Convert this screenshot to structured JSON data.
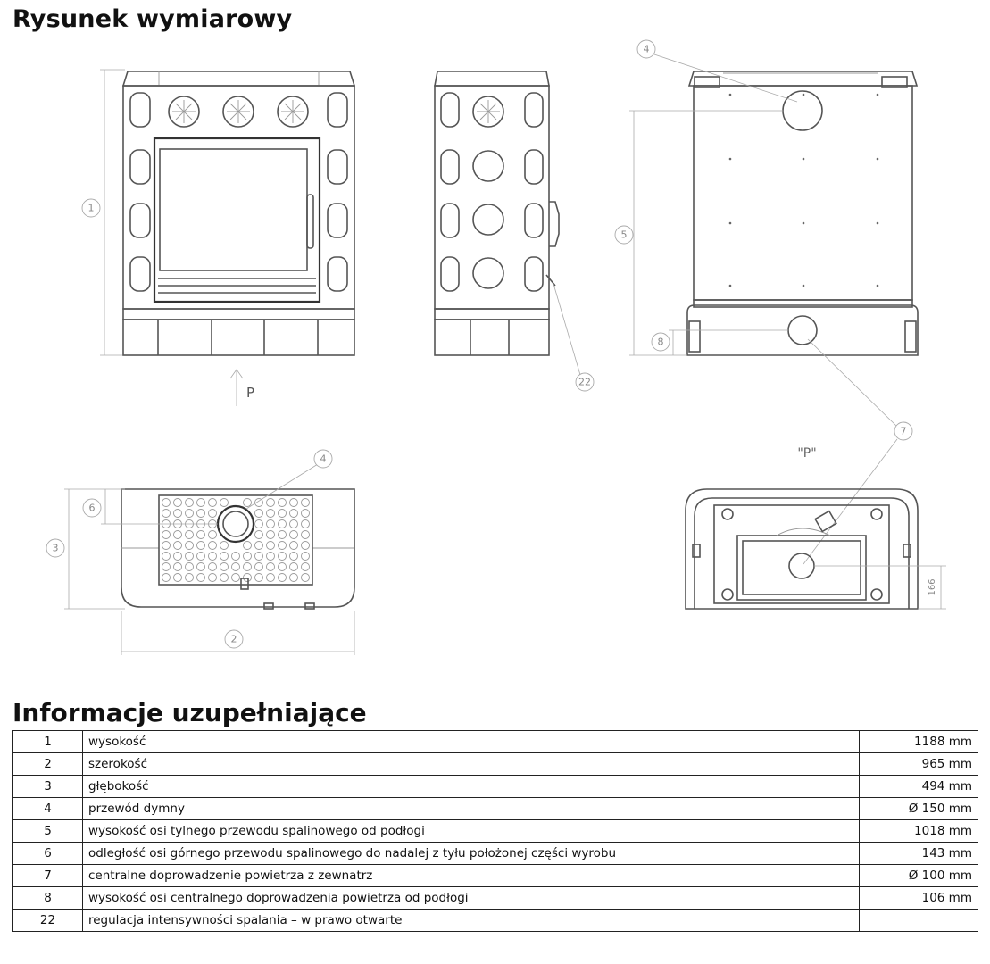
{
  "headings": {
    "drawing": "Rysunek wymiarowy",
    "info": "Informacje uzupełniające"
  },
  "drawing_labels": {
    "view_arrow": "P",
    "view_title": "\"P\"",
    "callout_1": "1",
    "callout_2": "2",
    "callout_3": "3",
    "callout_4_top": "4",
    "callout_4_plan": "4",
    "callout_5": "5",
    "callout_6": "6",
    "callout_7": "7",
    "callout_8": "8",
    "callout_22": "22",
    "dim_166": "166"
  },
  "table": {
    "rows": [
      {
        "num": "1",
        "label": "wysokość",
        "value": "1188 mm"
      },
      {
        "num": "2",
        "label": "szerokość",
        "value": "965 mm"
      },
      {
        "num": "3",
        "label": "głębokość",
        "value": "494 mm"
      },
      {
        "num": "4",
        "label": "przewód dymny",
        "value": "Ø 150 mm"
      },
      {
        "num": "5",
        "label": "wysokość osi tylnego przewodu spalinowego od podłogi",
        "value": "1018 mm"
      },
      {
        "num": "6",
        "label": "odległość osi górnego przewodu spalinowego do nadalej z tyłu położonej części wyrobu",
        "value": "143 mm"
      },
      {
        "num": "7",
        "label": "centralne doprowadzenie powietrza z zewnatrz",
        "value": "Ø 100 mm"
      },
      {
        "num": "8",
        "label": "wysokość osi centralnego doprowadzenia powietrza od podłogi",
        "value": "106 mm"
      },
      {
        "num": "22",
        "label": "regulacja intensywności spalania – w prawo otwarte",
        "value": ""
      }
    ]
  }
}
